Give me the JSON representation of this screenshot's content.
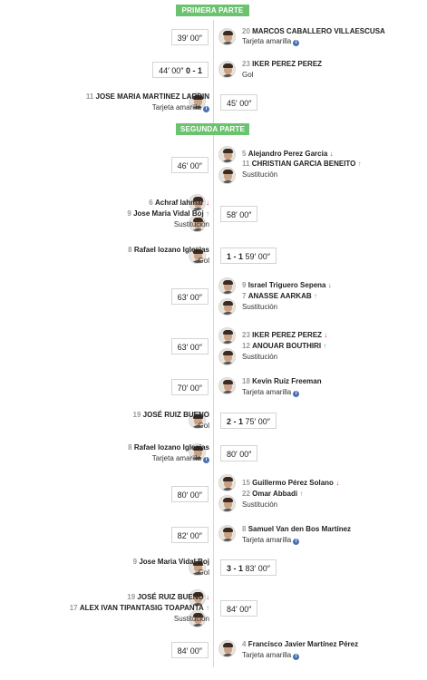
{
  "phases": {
    "first": "PRIMERA PARTE",
    "second": "SEGUNDA PARTE"
  },
  "labels": {
    "yellow": "Tarjeta amarilla",
    "goal": "Gol",
    "sub": "Sustitución"
  },
  "icons": {
    "info": "i",
    "down": "↓",
    "up": "↑"
  },
  "colors": {
    "phase": "#6cc36f",
    "down_arrow": "#e0403f",
    "up_arrow": "#5cb85c",
    "info": "#4a6fb3"
  },
  "events": [
    {
      "time": "39′ 00″",
      "num": "20",
      "name": "MARCOS CABALLERO VILLAESCUSA"
    },
    {
      "time": "44′ 00″",
      "score": "0 - 1",
      "num": "23",
      "name": "IKER PEREZ PEREZ"
    },
    {
      "time": "45′ 00″",
      "num": "11",
      "name": "JOSE MARIA MARTINEZ LARDIN"
    },
    {
      "time": "46′ 00″",
      "out_num": "5",
      "out_name": "Alejandro Perez Garcia",
      "in_num": "11",
      "in_name": "CHRISTIAN GARCIA BENEITO"
    },
    {
      "time": "58′ 00″",
      "out_num": "6",
      "out_name": "Achraf lahmar",
      "in_num": "9",
      "in_name": "Jose Maria Vidal Boj"
    },
    {
      "time": "59′ 00″",
      "score": "1 - 1",
      "num": "8",
      "name": "Rafael lozano Iglesias"
    },
    {
      "time": "63′ 00″",
      "out_num": "9",
      "out_name": "Israel Triguero Sepena",
      "in_num": "7",
      "in_name": "ANASSE AARKAB"
    },
    {
      "time": "63′ 00″",
      "out_num": "23",
      "out_name": "IKER PEREZ PEREZ",
      "in_num": "12",
      "in_name": "ANOUAR BOUTHIRI"
    },
    {
      "time": "70′ 00″",
      "num": "18",
      "name": "Kevin Ruiz Freeman"
    },
    {
      "time": "75′ 00″",
      "score": "2 - 1",
      "num": "19",
      "name": "JOSÉ RUIZ BUENO"
    },
    {
      "time": "80′ 00″",
      "num": "8",
      "name": "Rafael lozano Iglesias"
    },
    {
      "time": "80′ 00″",
      "out_num": "15",
      "out_name": "Guillermo Pérez Solano",
      "in_num": "22",
      "in_name": "Omar Abbadi"
    },
    {
      "time": "82′ 00″",
      "num": "8",
      "name": "Samuel Van den Bos Martínez"
    },
    {
      "time": "83′ 00″",
      "score": "3 - 1",
      "num": "9",
      "name": "Jose Maria Vidal Boj"
    },
    {
      "time": "84′ 00″",
      "out_num": "19",
      "out_name": "JOSÉ RUIZ BUENO",
      "in_num": "17",
      "in_name": "ALEX IVAN TIPANTASIG TOAPANTA"
    },
    {
      "time": "84′ 00″",
      "num": "4",
      "name": "Francisco Javier Martínez Pérez"
    }
  ]
}
